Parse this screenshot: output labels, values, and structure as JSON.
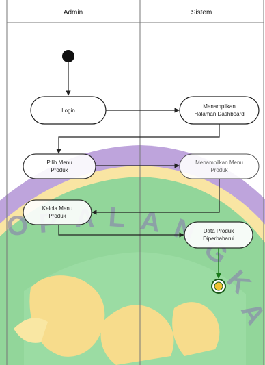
{
  "swimlanes": [
    {
      "id": "admin",
      "title": "Admin"
    },
    {
      "id": "sistem",
      "title": "Sistem"
    }
  ],
  "nodes": {
    "login": {
      "lines": [
        "Login"
      ]
    },
    "menampilkan_dashboard": {
      "lines": [
        "Menampilkan",
        "Halaman Dashboard"
      ]
    },
    "pilih_menu_produk": {
      "lines": [
        "Pilih Menu",
        "Produk"
      ]
    },
    "menampilkan_menu_produk": {
      "lines": [
        "Menampilkan Menu",
        "Produk"
      ]
    },
    "kelola_menu_produk": {
      "lines": [
        "Kelola Menu",
        "Produk"
      ]
    },
    "data_produk_diperbaharui": {
      "lines": [
        "Data Produk",
        "Diperbaharui"
      ]
    }
  },
  "watermark": {
    "text": "PALANGKA",
    "colors": {
      "green": "#33b24a",
      "purple": "#8a5cc0",
      "gold": "#f0b000"
    }
  },
  "colors": {
    "stroke": "#222222",
    "flow_green": "#1a7a1a",
    "grid": "#777777"
  }
}
